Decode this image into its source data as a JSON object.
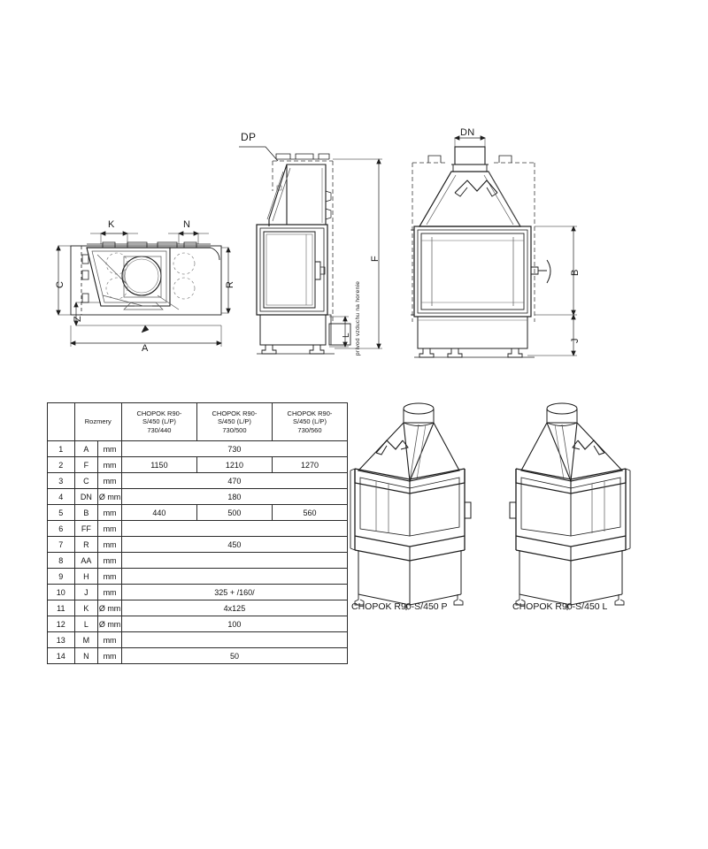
{
  "document": {
    "kind": "technical-datasheet",
    "language": "sk"
  },
  "drawings": {
    "top_view": {
      "name": "top-view",
      "labels": {
        "k": "K",
        "n": "N",
        "c": "C",
        "z": "Z",
        "r": "R",
        "a": "A"
      }
    },
    "side_view": {
      "name": "side-view",
      "labels": {
        "dp": "DP",
        "f": "F",
        "l": "L",
        "air_inlet": "prívod vzduchu na horenie"
      }
    },
    "front_view": {
      "name": "front-view",
      "labels": {
        "dn": "DN",
        "b": "B",
        "j": "J"
      }
    }
  },
  "table": {
    "header": {
      "no": "",
      "title": "Rozmery",
      "unit": "",
      "columns": [
        "CHOPOK R90-S/450 (L/P) 730/440",
        "CHOPOK R90-S/450 (L/P) 730/500",
        "CHOPOK R90-S/450 (L/P) 730/560"
      ],
      "columns_split": [
        {
          "l1": "CHOPOK R90-",
          "l2": "S/450 (L/P)",
          "l3": "730/440"
        },
        {
          "l1": "CHOPOK R90-",
          "l2": "S/450 (L/P)",
          "l3": "730/500"
        },
        {
          "l1": "CHOPOK R90-",
          "l2": "S/450 (L/P)",
          "l3": "730/560"
        }
      ]
    },
    "rows": [
      {
        "no": "1",
        "symbol": "A",
        "unit": "mm",
        "span": 3,
        "values": [
          "730"
        ]
      },
      {
        "no": "2",
        "symbol": "F",
        "unit": "mm",
        "span": 1,
        "values": [
          "1150",
          "1210",
          "1270"
        ]
      },
      {
        "no": "3",
        "symbol": "C",
        "unit": "mm",
        "span": 3,
        "values": [
          "470"
        ]
      },
      {
        "no": "4",
        "symbol": "DN",
        "unit": "Ø mm",
        "span": 3,
        "values": [
          "180"
        ]
      },
      {
        "no": "5",
        "symbol": "B",
        "unit": "mm",
        "span": 1,
        "values": [
          "440",
          "500",
          "560"
        ]
      },
      {
        "no": "6",
        "symbol": "FF",
        "unit": "mm",
        "span": 3,
        "values": [
          ""
        ]
      },
      {
        "no": "7",
        "symbol": "R",
        "unit": "mm",
        "span": 3,
        "values": [
          "450"
        ]
      },
      {
        "no": "8",
        "symbol": "AA",
        "unit": "mm",
        "span": 3,
        "values": [
          ""
        ]
      },
      {
        "no": "9",
        "symbol": "H",
        "unit": "mm",
        "span": 3,
        "values": [
          ""
        ]
      },
      {
        "no": "10",
        "symbol": "J",
        "unit": "mm",
        "span": 3,
        "values": [
          "325 + /160/"
        ]
      },
      {
        "no": "11",
        "symbol": "K",
        "unit": "Ø mm",
        "span": 3,
        "values": [
          "4x125"
        ]
      },
      {
        "no": "12",
        "symbol": "L",
        "unit": "Ø mm",
        "span": 3,
        "values": [
          "100"
        ]
      },
      {
        "no": "13",
        "symbol": "M",
        "unit": "mm",
        "span": 3,
        "values": [
          ""
        ]
      },
      {
        "no": "14",
        "symbol": "N",
        "unit": "mm",
        "span": 3,
        "values": [
          "50"
        ]
      }
    ]
  },
  "products": [
    {
      "name": "product-right",
      "caption": "CHOPOK R90-S/450 P"
    },
    {
      "name": "product-left",
      "caption": "CHOPOK R90-S/450 L"
    }
  ],
  "colors": {
    "line": "#1d1d1d",
    "line_light": "#5a5a5a",
    "background": "#ffffff",
    "glass": "#ffffff"
  }
}
